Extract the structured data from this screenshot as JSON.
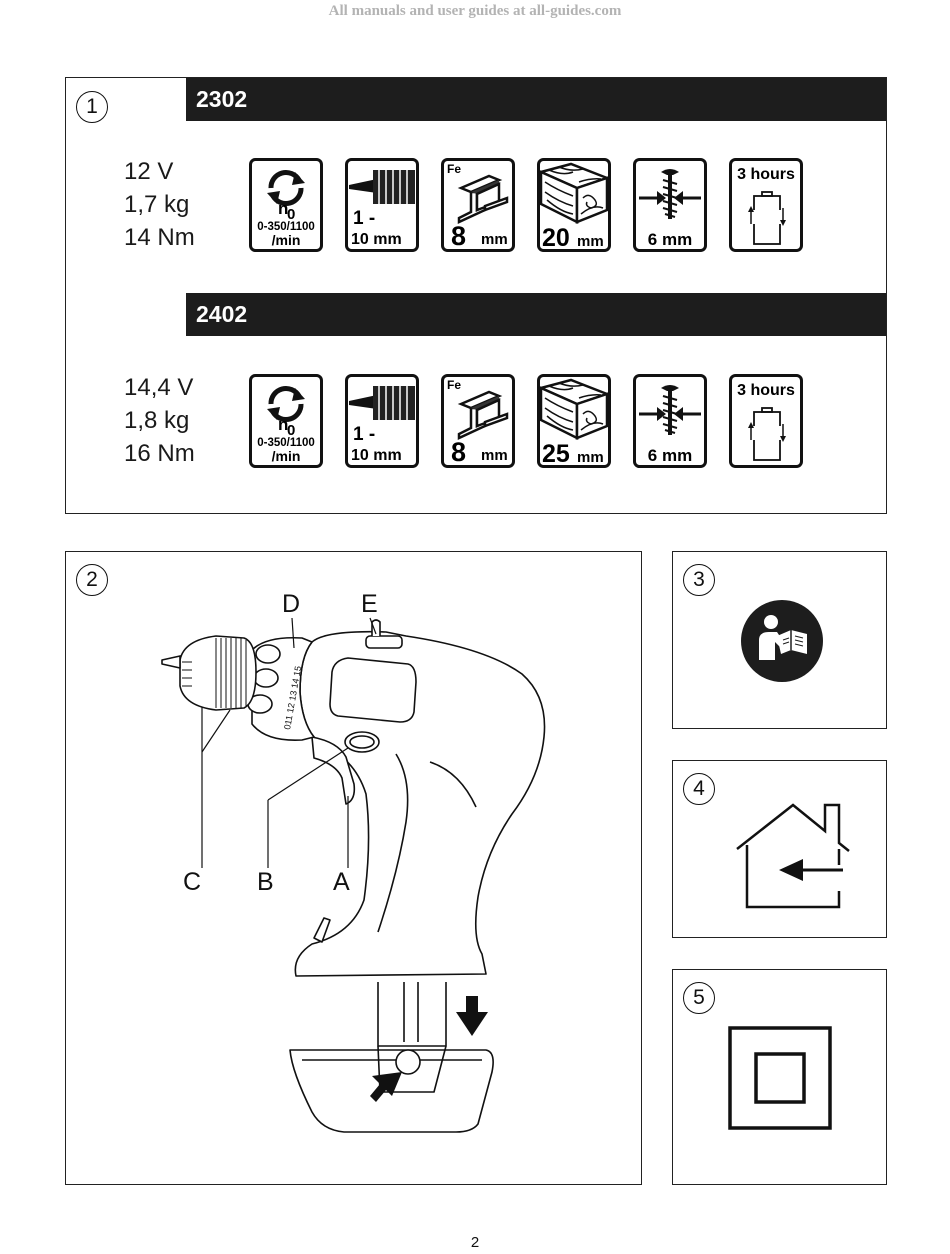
{
  "watermark": "All manuals and user guides at all-guides.com",
  "page_number": "2",
  "figure1": {
    "number": "1",
    "models": [
      {
        "model": "2302",
        "specs": [
          "12 V",
          "1,7 kg",
          "14 Nm"
        ],
        "icons": {
          "speed": {
            "symbol": "n",
            "subscript": "0",
            "range": "0-350/1100",
            "unit": "/min"
          },
          "chuck": {
            "line1": "1 -",
            "line2": "10 mm"
          },
          "steel": {
            "label": "Fe",
            "value": "8",
            "unit": "mm"
          },
          "wood": {
            "value": "20",
            "unit": "mm"
          },
          "screw": {
            "value": "6 mm"
          },
          "charge": {
            "value": "3 hours"
          }
        }
      },
      {
        "model": "2402",
        "specs": [
          "14,4 V",
          "1,8 kg",
          "16 Nm"
        ],
        "icons": {
          "speed": {
            "symbol": "n",
            "subscript": "0",
            "range": "0-350/1100",
            "unit": "/min"
          },
          "chuck": {
            "line1": "1 -",
            "line2": "10 mm"
          },
          "steel": {
            "label": "Fe",
            "value": "8",
            "unit": "mm"
          },
          "wood": {
            "value": "25",
            "unit": "mm"
          },
          "screw": {
            "value": "6 mm"
          },
          "charge": {
            "value": "3 hours"
          }
        }
      }
    ]
  },
  "figure2": {
    "number": "2",
    "labels": {
      "a": "A",
      "b": "B",
      "c": "C",
      "d": "D",
      "e": "E"
    },
    "clutch_numbers": "011 12 13 14 15"
  },
  "figure3": {
    "number": "3",
    "icon": "read-manual-icon"
  },
  "figure4": {
    "number": "4",
    "icon": "indoor-use-icon"
  },
  "figure5": {
    "number": "5",
    "icon": "double-insulation-icon"
  }
}
